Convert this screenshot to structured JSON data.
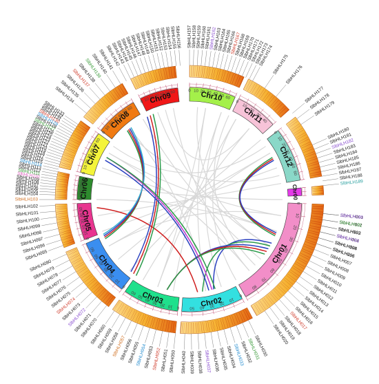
{
  "chromosomes": [
    {
      "id": "chr01",
      "label": "Chr01",
      "color": "#f28ec8",
      "length": 90
    },
    {
      "id": "chr02",
      "label": "Chr02",
      "color": "#33e0e0",
      "length": 55
    },
    {
      "id": "chr03",
      "label": "Chr03",
      "color": "#1fe08c",
      "length": 65
    },
    {
      "id": "chr04",
      "label": "Chr04",
      "color": "#3a8ef0",
      "length": 65
    },
    {
      "id": "chr05",
      "label": "Chr05",
      "color": "#e8348f",
      "length": 60
    },
    {
      "id": "chr06",
      "label": "Chr06",
      "color": "#2e8b2e",
      "length": 50
    },
    {
      "id": "chr07",
      "label": "Chr07",
      "color": "#f4f43a",
      "length": 65
    },
    {
      "id": "chr08",
      "label": "Chr08",
      "color": "#f07a12",
      "length": 65
    },
    {
      "id": "chr09",
      "label": "Chr09",
      "color": "#f01818",
      "length": 70
    },
    {
      "id": "chr10",
      "label": "Chr10",
      "color": "#a4f04a",
      "length": 70
    },
    {
      "id": "chr11",
      "label": "Chr11",
      "color": "#f7c3d8",
      "length": 50
    },
    {
      "id": "chr12",
      "label": "Chr12",
      "color": "#8ad8c8",
      "length": 65
    },
    {
      "id": "chr00",
      "label": "Chr00",
      "color": "#e43ae8",
      "length": 10
    }
  ],
  "gene_labels": [
    {
      "text": "SlbHLH001",
      "color": "#222222"
    },
    {
      "text": "SlbHLH002",
      "color": "#222222"
    },
    {
      "text": "SlbHLH003",
      "color": "#222222"
    },
    {
      "text": "SlbHLH004",
      "color": "#222222"
    },
    {
      "text": "SlbHLH005",
      "color": "#222222"
    },
    {
      "text": "SlbHLH006",
      "color": "#222222"
    },
    {
      "text": "SlbHLH007",
      "color": "#222222"
    },
    {
      "text": "SlbHLH008",
      "color": "#222222"
    },
    {
      "text": "SlbHLH009",
      "color": "#222222"
    },
    {
      "text": "SlbHLH010",
      "color": "#222222"
    },
    {
      "text": "SlbHLH011",
      "color": "#222222"
    },
    {
      "text": "SlbHLH012",
      "color": "#222222"
    },
    {
      "text": "SlbHLH013",
      "color": "#222222"
    },
    {
      "text": "SlbHLH014",
      "color": "#222222"
    },
    {
      "text": "SlbHLH015",
      "color": "#222222"
    },
    {
      "text": "SlbHLH016",
      "color": "#222222"
    },
    {
      "text": "SlbHLH017",
      "color": "#d04030"
    },
    {
      "text": "SlbHLH018",
      "color": "#222222"
    },
    {
      "text": "SlbHLH019",
      "color": "#222222"
    },
    {
      "text": "SlbHLH020",
      "color": "#222222"
    },
    {
      "text": "SlbHLH030",
      "color": "#222222"
    },
    {
      "text": "SlbHLH031",
      "color": "#3a9a3a"
    },
    {
      "text": "SlbHLH032",
      "color": "#222222"
    },
    {
      "text": "SlbHLH033",
      "color": "#2a8fd0"
    },
    {
      "text": "SlbHLH034",
      "color": "#222222"
    },
    {
      "text": "SlbHLH035",
      "color": "#222222"
    },
    {
      "text": "SlbHLH036",
      "color": "#222222"
    },
    {
      "text": "SlbHLH037",
      "color": "#8a4fd0"
    },
    {
      "text": "SlbHLH038",
      "color": "#222222"
    },
    {
      "text": "SlbHLH039",
      "color": "#222222"
    },
    {
      "text": "SlbHLH040",
      "color": "#222222"
    },
    {
      "text": "SlbHLH050",
      "color": "#222222"
    },
    {
      "text": "SlbHLH051",
      "color": "#222222"
    },
    {
      "text": "SlbHLH052",
      "color": "#d04030"
    },
    {
      "text": "SlbHLH053",
      "color": "#222222"
    },
    {
      "text": "SlbHLH054",
      "color": "#2a8fd0"
    },
    {
      "text": "SlbHLH055",
      "color": "#222222"
    },
    {
      "text": "SlbHLH056",
      "color": "#222222"
    },
    {
      "text": "SlbHLH057",
      "color": "#d06f20"
    },
    {
      "text": "SlbHLH058",
      "color": "#222222"
    },
    {
      "text": "SlbHLH059",
      "color": "#222222"
    },
    {
      "text": "SlbHLH060",
      "color": "#222222"
    },
    {
      "text": "SlbHLH070",
      "color": "#222222"
    },
    {
      "text": "SlbHLH071",
      "color": "#222222"
    },
    {
      "text": "SlbHLH072",
      "color": "#8a4fd0"
    },
    {
      "text": "SlbHLH073",
      "color": "#222222"
    },
    {
      "text": "SlbHLH074",
      "color": "#d04030"
    },
    {
      "text": "SlbHLH075",
      "color": "#222222"
    },
    {
      "text": "SlbHLH076",
      "color": "#222222"
    },
    {
      "text": "SlbHLH077",
      "color": "#222222"
    },
    {
      "text": "SlbHLH078",
      "color": "#222222"
    },
    {
      "text": "SlbHLH079",
      "color": "#222222"
    },
    {
      "text": "SlbHLH080",
      "color": "#222222"
    },
    {
      "text": "SlbHLH095",
      "color": "#222222"
    },
    {
      "text": "SlbHLH096",
      "color": "#222222"
    },
    {
      "text": "SlbHLH097",
      "color": "#222222"
    },
    {
      "text": "SlbHLH098",
      "color": "#222222"
    },
    {
      "text": "SlbHLH099",
      "color": "#222222"
    },
    {
      "text": "SlbHLH100",
      "color": "#222222"
    },
    {
      "text": "SlbHLH101",
      "color": "#222222"
    },
    {
      "text": "SlbHLH102",
      "color": "#222222"
    },
    {
      "text": "SlbHLH103",
      "color": "#d06f20"
    },
    {
      "text": "SlbHLH104",
      "color": "#222222"
    },
    {
      "text": "SlbHLH105",
      "color": "#222222"
    },
    {
      "text": "SlbHLH106",
      "color": "#222222"
    },
    {
      "text": "SlbHLH107",
      "color": "#222222"
    },
    {
      "text": "SlbHLH108",
      "color": "#222222"
    },
    {
      "text": "SlbHLH109",
      "color": "#222222"
    },
    {
      "text": "SlbHLH110",
      "color": "#e060c0"
    },
    {
      "text": "SlbHLH111",
      "color": "#3a9a3a"
    },
    {
      "text": "SlbHLH112",
      "color": "#222222"
    },
    {
      "text": "SlbHLH113",
      "color": "#222222"
    },
    {
      "text": "SlbHLH114",
      "color": "#2a8fd0"
    },
    {
      "text": "SlbHLH115",
      "color": "#222222"
    },
    {
      "text": "SlbHLH116",
      "color": "#222222"
    },
    {
      "text": "SlbHLH117",
      "color": "#222222"
    },
    {
      "text": "SlbHLH118",
      "color": "#222222"
    },
    {
      "text": "SlbHLH119",
      "color": "#222222"
    },
    {
      "text": "SlbHLH120",
      "color": "#222222"
    },
    {
      "text": "SlbHLH121",
      "color": "#222222"
    },
    {
      "text": "SlbHLH122",
      "color": "#222222"
    },
    {
      "text": "SlbHLH123",
      "color": "#222222"
    },
    {
      "text": "SlbHLH124",
      "color": "#222222"
    },
    {
      "text": "SlbHLH125",
      "color": "#222222"
    },
    {
      "text": "SlbHLH126",
      "color": "#222222"
    },
    {
      "text": "SlbHLH127",
      "color": "#3a9a3a"
    },
    {
      "text": "SlbHLH128",
      "color": "#222222"
    },
    {
      "text": "SlbHLH129",
      "color": "#2a8fd0"
    },
    {
      "text": "SlbHLH130",
      "color": "#d04030"
    },
    {
      "text": "SlbHLH131",
      "color": "#222222"
    },
    {
      "text": "SlbHLH132",
      "color": "#222222"
    },
    {
      "text": "SlbHLH133",
      "color": "#222222"
    },
    {
      "text": "SlbHLH134",
      "color": "#222222"
    },
    {
      "text": "SlbHLH135",
      "color": "#222222"
    },
    {
      "text": "SlbHLH136",
      "color": "#222222"
    },
    {
      "text": "SlbHLH137",
      "color": "#d04030"
    },
    {
      "text": "SlbHLH138",
      "color": "#222222"
    },
    {
      "text": "SlbHLH139",
      "color": "#3a9a3a"
    },
    {
      "text": "SlbHLH140",
      "color": "#222222"
    },
    {
      "text": "SlbHLH141",
      "color": "#222222"
    },
    {
      "text": "SlbHLH142",
      "color": "#222222"
    },
    {
      "text": "SlbHLH143",
      "color": "#222222"
    },
    {
      "text": "SlbHLH144",
      "color": "#222222"
    },
    {
      "text": "SlbHLH145",
      "color": "#222222"
    },
    {
      "text": "SlbHLH146",
      "color": "#222222"
    },
    {
      "text": "SlbHLH147",
      "color": "#222222"
    },
    {
      "text": "SlbHLH148",
      "color": "#222222"
    },
    {
      "text": "SlbHLH149",
      "color": "#222222"
    },
    {
      "text": "SlbHLH150",
      "color": "#222222"
    },
    {
      "text": "SlbHLH151",
      "color": "#222222"
    },
    {
      "text": "SlbHLH152",
      "color": "#222222"
    },
    {
      "text": "SlbHLH153",
      "color": "#222222"
    },
    {
      "text": "SlbHLH154",
      "color": "#222222"
    },
    {
      "text": "SlbHLH155",
      "color": "#222222"
    },
    {
      "text": "SlbHLH156",
      "color": "#222222"
    },
    {
      "text": "SlbHLH157",
      "color": "#222222"
    },
    {
      "text": "SlbHLH158",
      "color": "#222222"
    },
    {
      "text": "SlbHLH159",
      "color": "#222222"
    },
    {
      "text": "SlbHLH160",
      "color": "#222222"
    },
    {
      "text": "SlbHLH161",
      "color": "#222222"
    },
    {
      "text": "SlbHLH162",
      "color": "#8a4fd0"
    },
    {
      "text": "SlbHLH163",
      "color": "#222222"
    },
    {
      "text": "SlbHLH164",
      "color": "#222222"
    },
    {
      "text": "SlbHLH165",
      "color": "#222222"
    },
    {
      "text": "SlbHLH166",
      "color": "#222222"
    },
    {
      "text": "SlbHLH167",
      "color": "#d04030"
    },
    {
      "text": "SlbHLH168",
      "color": "#222222"
    },
    {
      "text": "SlbHLH169",
      "color": "#222222"
    },
    {
      "text": "SlbHLH170",
      "color": "#222222"
    },
    {
      "text": "SlbHLH171",
      "color": "#222222"
    },
    {
      "text": "SlbHLH172",
      "color": "#222222"
    },
    {
      "text": "SlbHLH173",
      "color": "#222222"
    },
    {
      "text": "SlbHLH174",
      "color": "#222222"
    },
    {
      "text": "SlbHLH175",
      "color": "#222222"
    },
    {
      "text": "SlbHLH176",
      "color": "#222222"
    },
    {
      "text": "SlbHLH177",
      "color": "#222222"
    },
    {
      "text": "SlbHLH178",
      "color": "#222222"
    },
    {
      "text": "SlbHLH179",
      "color": "#222222"
    },
    {
      "text": "SlbHLH180",
      "color": "#222222"
    },
    {
      "text": "SlbHLH181",
      "color": "#222222"
    },
    {
      "text": "SlbHLH182",
      "color": "#8a4fd0"
    },
    {
      "text": "SlbHLH183",
      "color": "#222222"
    },
    {
      "text": "SlbHLH184",
      "color": "#222222"
    },
    {
      "text": "SlbHLH185",
      "color": "#222222"
    },
    {
      "text": "SlbHLH186",
      "color": "#222222"
    },
    {
      "text": "SlbHLH187",
      "color": "#222222"
    },
    {
      "text": "SlbHLH188",
      "color": "#222222"
    },
    {
      "text": "SlbHLH189",
      "color": "#2aa0a0"
    },
    {
      "text": "SlbHLH190",
      "color": "#8a4fd0"
    },
    {
      "text": "SlbHLH191",
      "color": "#3a9a3a"
    },
    {
      "text": "SlbHLH192",
      "color": "#222222"
    },
    {
      "text": "SlbHLH193",
      "color": "#8a4fd0"
    },
    {
      "text": "SlbHLH194",
      "color": "#222222"
    },
    {
      "text": "SlbHLH195",
      "color": "#222222"
    }
  ],
  "links": [
    {
      "from": 63,
      "to": 113,
      "color": "#2a9a4a",
      "level": 0.18
    },
    {
      "from": 64,
      "to": 112,
      "color": "#d02020",
      "level": 0.18
    },
    {
      "from": 65,
      "to": 111,
      "color": "#2a40c0",
      "level": 0.18
    },
    {
      "from": 118,
      "to": 165,
      "color": "#2a40c0",
      "level": 0.4
    },
    {
      "from": 120,
      "to": 172,
      "color": "#2a9a4a",
      "level": 0.4
    },
    {
      "from": 122,
      "to": 194,
      "color": "#2a40c0",
      "level": 0.45
    },
    {
      "from": 124,
      "to": 194,
      "color": "#d02020",
      "level": 0.45
    },
    {
      "from": 126,
      "to": 194,
      "color": "#2a9a4a",
      "level": 0.45
    },
    {
      "from": 175,
      "to": 265,
      "color": "#d02020",
      "level": 0.35
    },
    {
      "from": 215,
      "to": 337,
      "color": "#2a9a4a",
      "level": 0.35
    },
    {
      "from": 217,
      "to": 335,
      "color": "#d02020",
      "level": 0.35
    },
    {
      "from": 219,
      "to": 333,
      "color": "#2a40c0",
      "level": 0.35
    },
    {
      "from": 245,
      "to": 318,
      "color": "#2a9a4a",
      "level": 0.3
    },
    {
      "from": 246,
      "to": 319,
      "color": "#d02020",
      "level": 0.3
    },
    {
      "from": 247,
      "to": 320,
      "color": "#2a40c0",
      "level": 0.3
    },
    {
      "from": 248,
      "to": 321,
      "color": "#3ab0d0",
      "level": 0.3
    },
    {
      "from": 166,
      "to": 297,
      "color": "#c03ad0",
      "level": 0.2
    },
    {
      "from": 164,
      "to": 297,
      "color": "#2a9a4a",
      "level": 0.15
    },
    {
      "from": 168,
      "to": 295,
      "color": "#2a40c0",
      "level": 0.2
    }
  ]
}
